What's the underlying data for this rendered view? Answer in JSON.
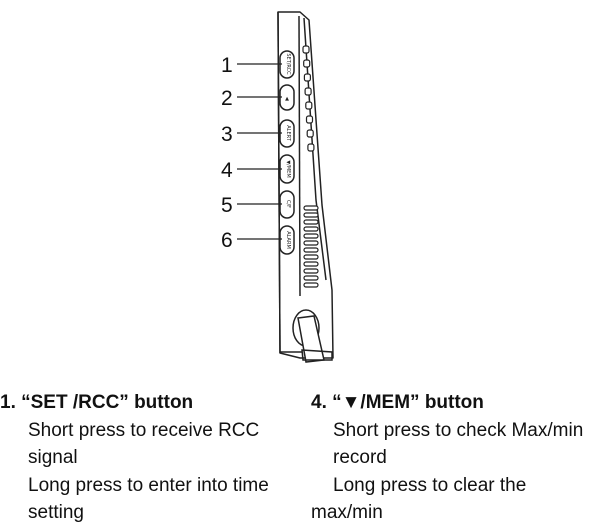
{
  "callouts": [
    {
      "number": "1",
      "button_label": "SET/RCC"
    },
    {
      "number": "2",
      "button_label": "▲"
    },
    {
      "number": "3",
      "button_label": "ALERT"
    },
    {
      "number": "4",
      "button_label": "▼/MEM"
    },
    {
      "number": "5",
      "button_label": "C/F"
    },
    {
      "number": "6",
      "button_label": "ALARM"
    }
  ],
  "descriptions": [
    {
      "title": "1. “SET /RCC” button",
      "lines": [
        "Short press to receive RCC",
        "signal",
        "Long press to enter into time",
        "setting"
      ]
    },
    {
      "title": "4. “▼/MEM” button",
      "lines": [
        "Short press to check Max/min",
        "record",
        "Long press to clear the",
        "max/min"
      ]
    }
  ]
}
